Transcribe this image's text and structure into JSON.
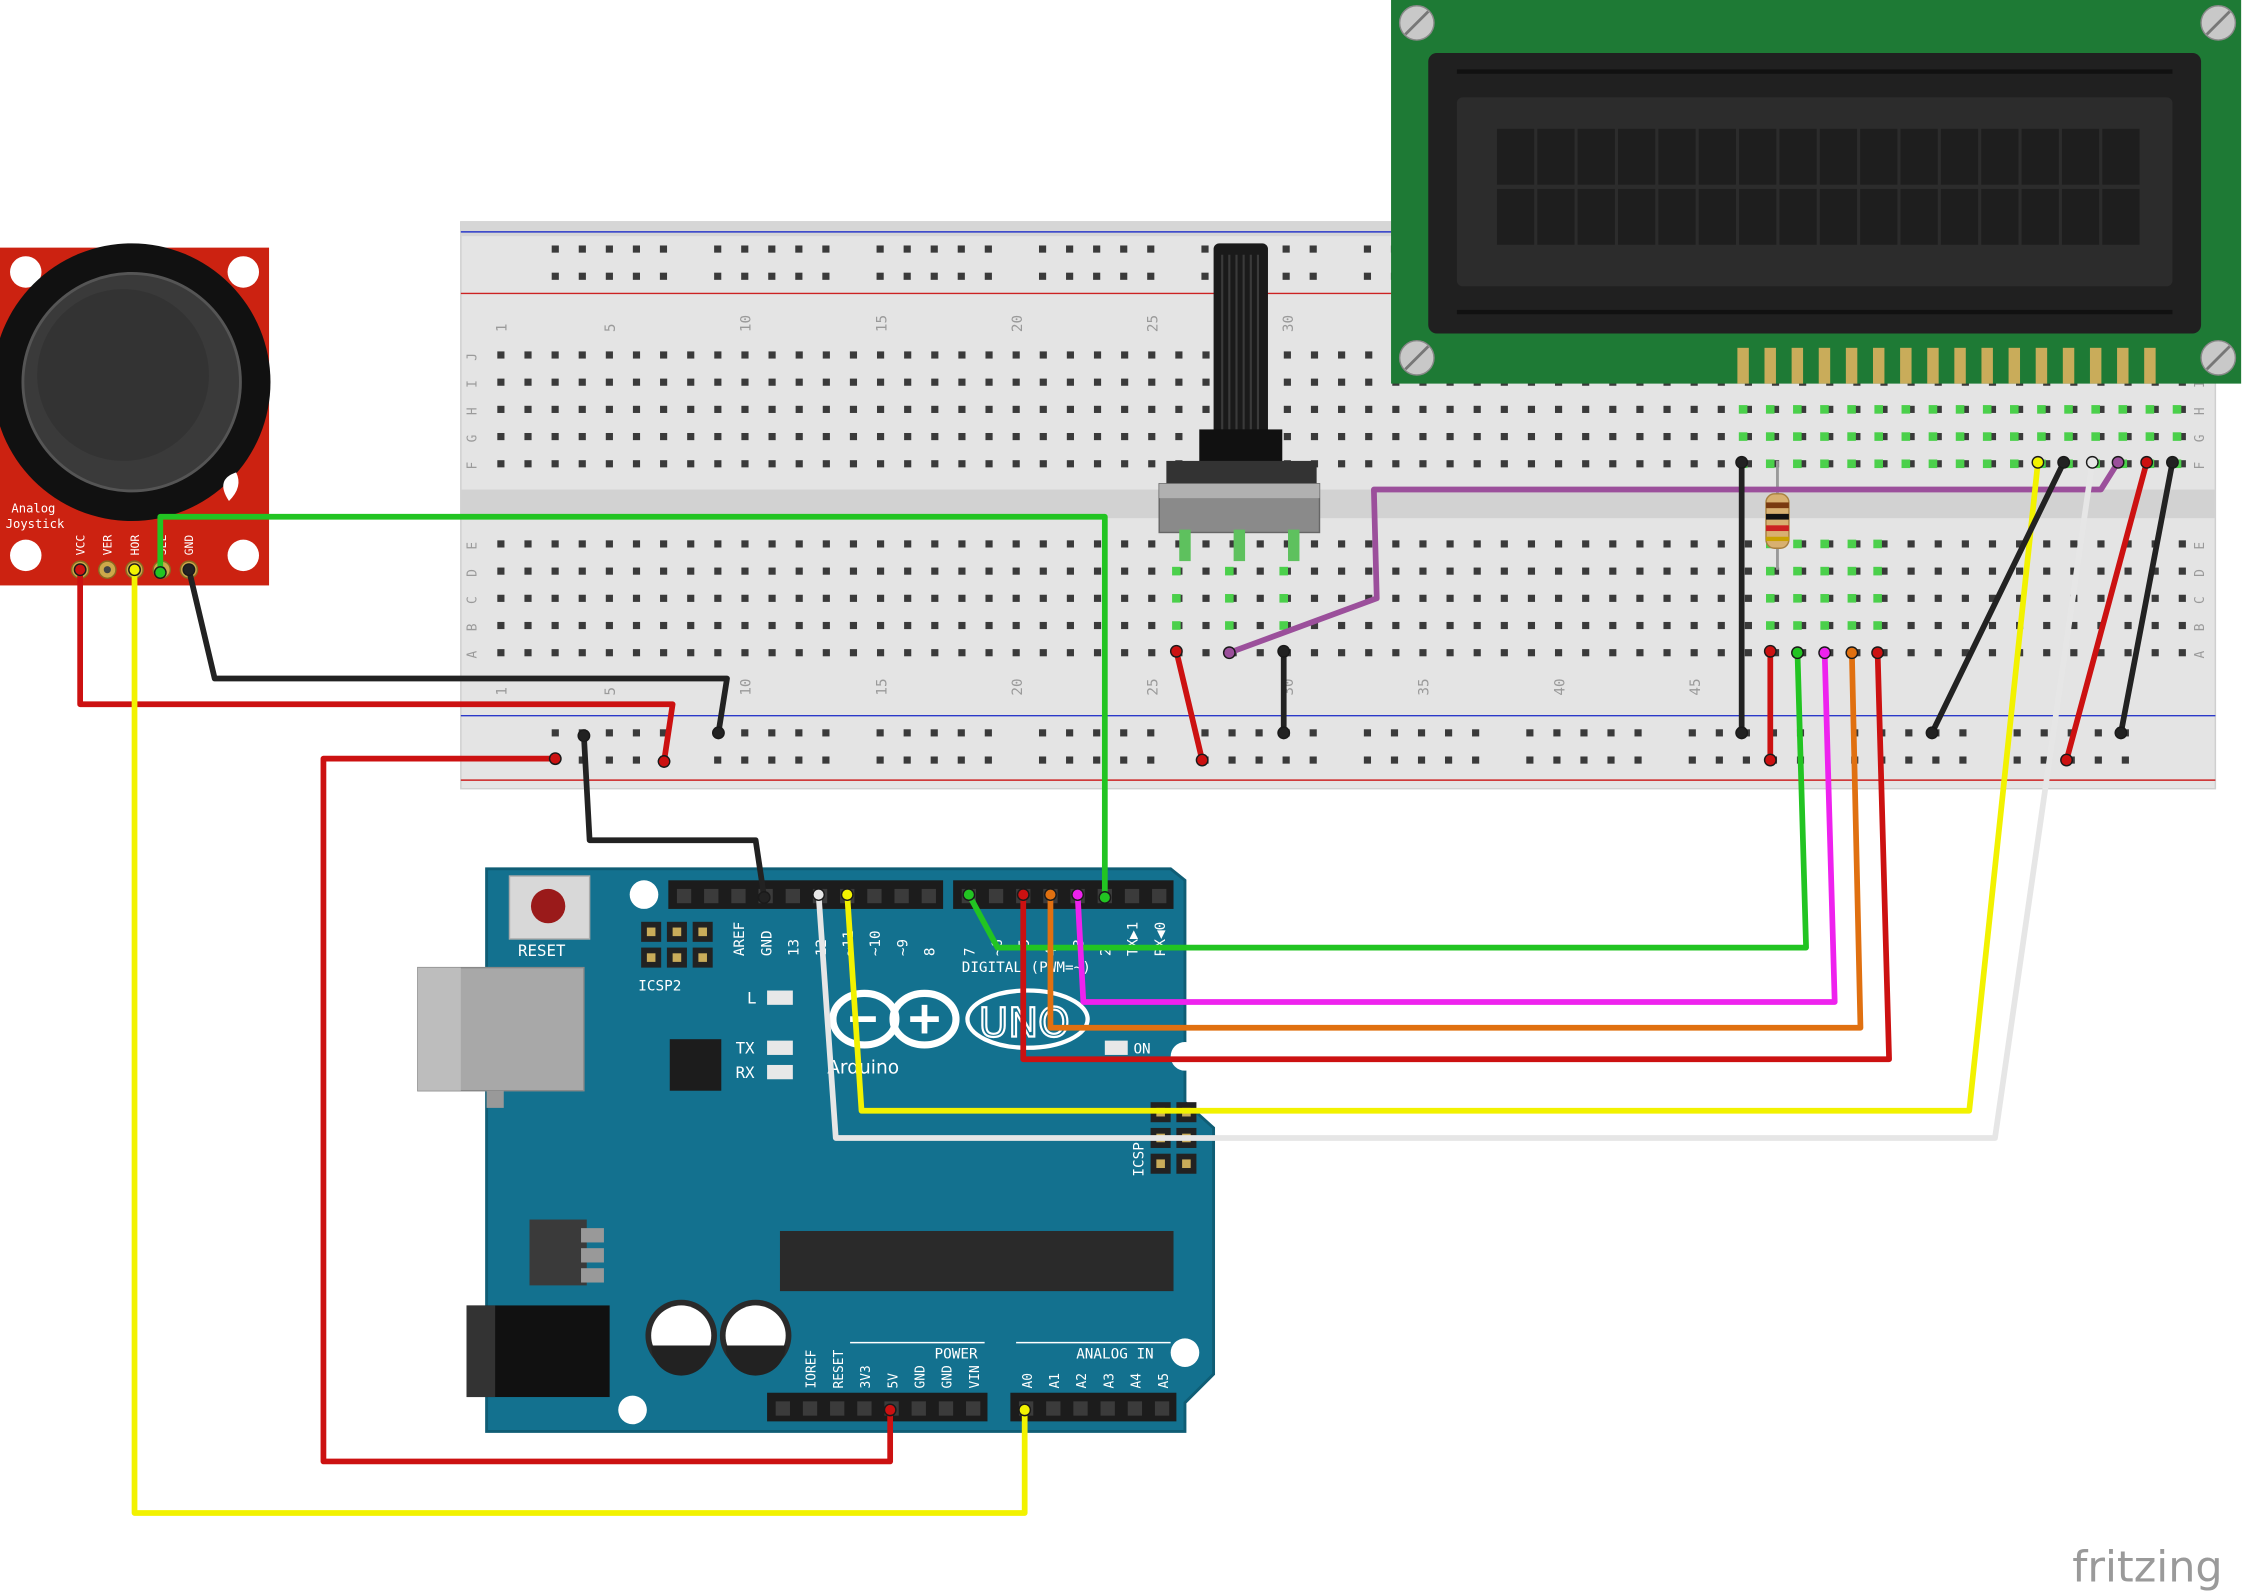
{
  "joystick": {
    "brand_label_1": "Analog",
    "brand_label_2": "Joystick",
    "pins": [
      "VCC",
      "VER",
      "HOR",
      "SEL",
      "GND"
    ]
  },
  "breadboard": {
    "column_numbers_top": [
      "1",
      "5",
      "10",
      "15",
      "20",
      "25",
      "30"
    ],
    "column_numbers_bottom": [
      "1",
      "5",
      "10",
      "15",
      "20",
      "25",
      "30",
      "35",
      "40",
      "45"
    ],
    "row_letters_top": [
      "J",
      "I",
      "H",
      "G",
      "F"
    ],
    "row_letters_bottom": [
      "E",
      "D",
      "C",
      "B",
      "A"
    ]
  },
  "arduino": {
    "reset_label": "RESET",
    "icsp2_label": "ICSP2",
    "icsp_label": "ICSP",
    "led_labels": [
      "L",
      "TX",
      "RX"
    ],
    "on_label": "ON",
    "brand": "Arduino",
    "model": "UNO",
    "digital_label": "DIGITAL (PWM=~)",
    "top_header_labels": [
      "AREF",
      "GND",
      "13",
      "12",
      "~11",
      "~10",
      "~9",
      "8",
      "7",
      "~6",
      "~5",
      "4",
      "~3",
      "2",
      "TX▶1",
      "RX◀0"
    ],
    "power_label": "POWER",
    "analog_label": "ANALOG IN",
    "power_pins": [
      "IOREF",
      "RESET",
      "3V3",
      "5V",
      "GND",
      "GND",
      "VIN"
    ],
    "analog_pins": [
      "A0",
      "A1",
      "A2",
      "A3",
      "A4",
      "A5"
    ]
  },
  "watermark": "fritzing",
  "colors": {
    "wire_red": "#cc1111",
    "wire_black": "#222222",
    "wire_green": "#22c422",
    "wire_yellow": "#f2f200",
    "wire_white": "#e6e6e6",
    "wire_purple": "#9b4f9b",
    "wire_magenta": "#ee22ee",
    "wire_orange": "#e07010",
    "arduino_board": "#13718f",
    "lcd_pcb": "#1e7a35",
    "joystick_pcb": "#cc2211",
    "breadboard": "#e4e4e4"
  }
}
